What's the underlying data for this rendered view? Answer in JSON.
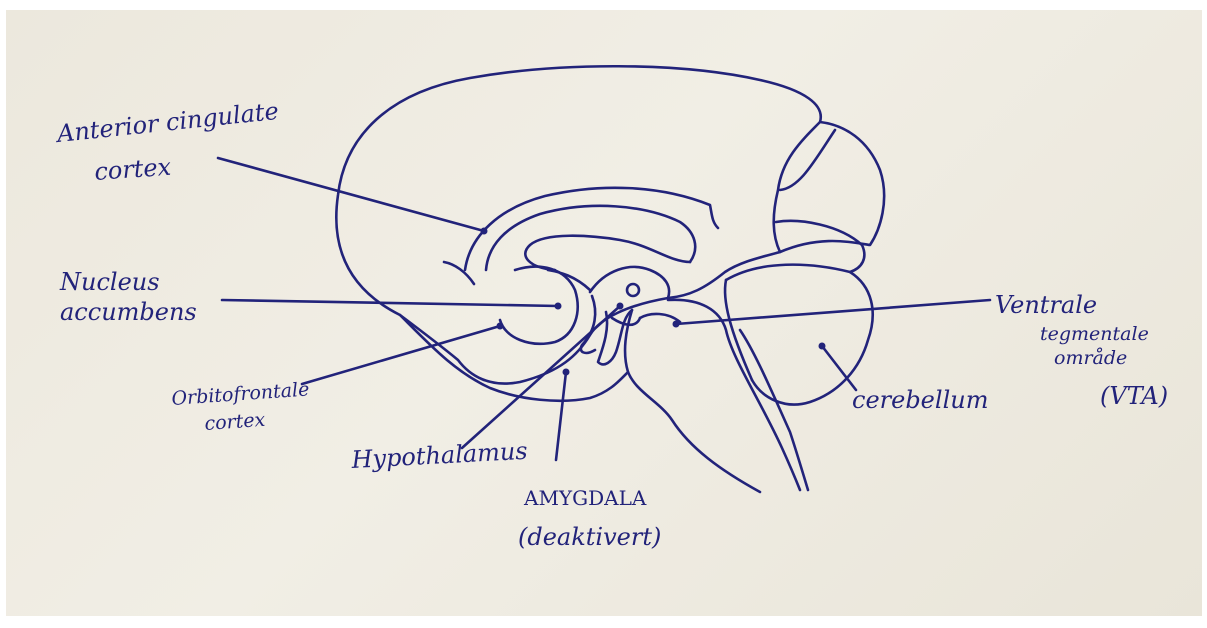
{
  "ink_color": "#22237a",
  "paper_color": "#eeebe1",
  "labels": {
    "anterior_cingulate": [
      "Anterior cingulate",
      "cortex"
    ],
    "nucleus_accumbens": [
      "Nucleus",
      "accumbens"
    ],
    "orbitofrontal": [
      "Orbitofrontale",
      "cortex"
    ],
    "hypothalamus": "Hypothalamus",
    "amygdala": [
      "AMYGDALA",
      "(deaktivert)"
    ],
    "vta": [
      "Ventrale",
      "tegmentale",
      "område",
      "(VTA)"
    ],
    "cerebellum": "cerebellum"
  }
}
